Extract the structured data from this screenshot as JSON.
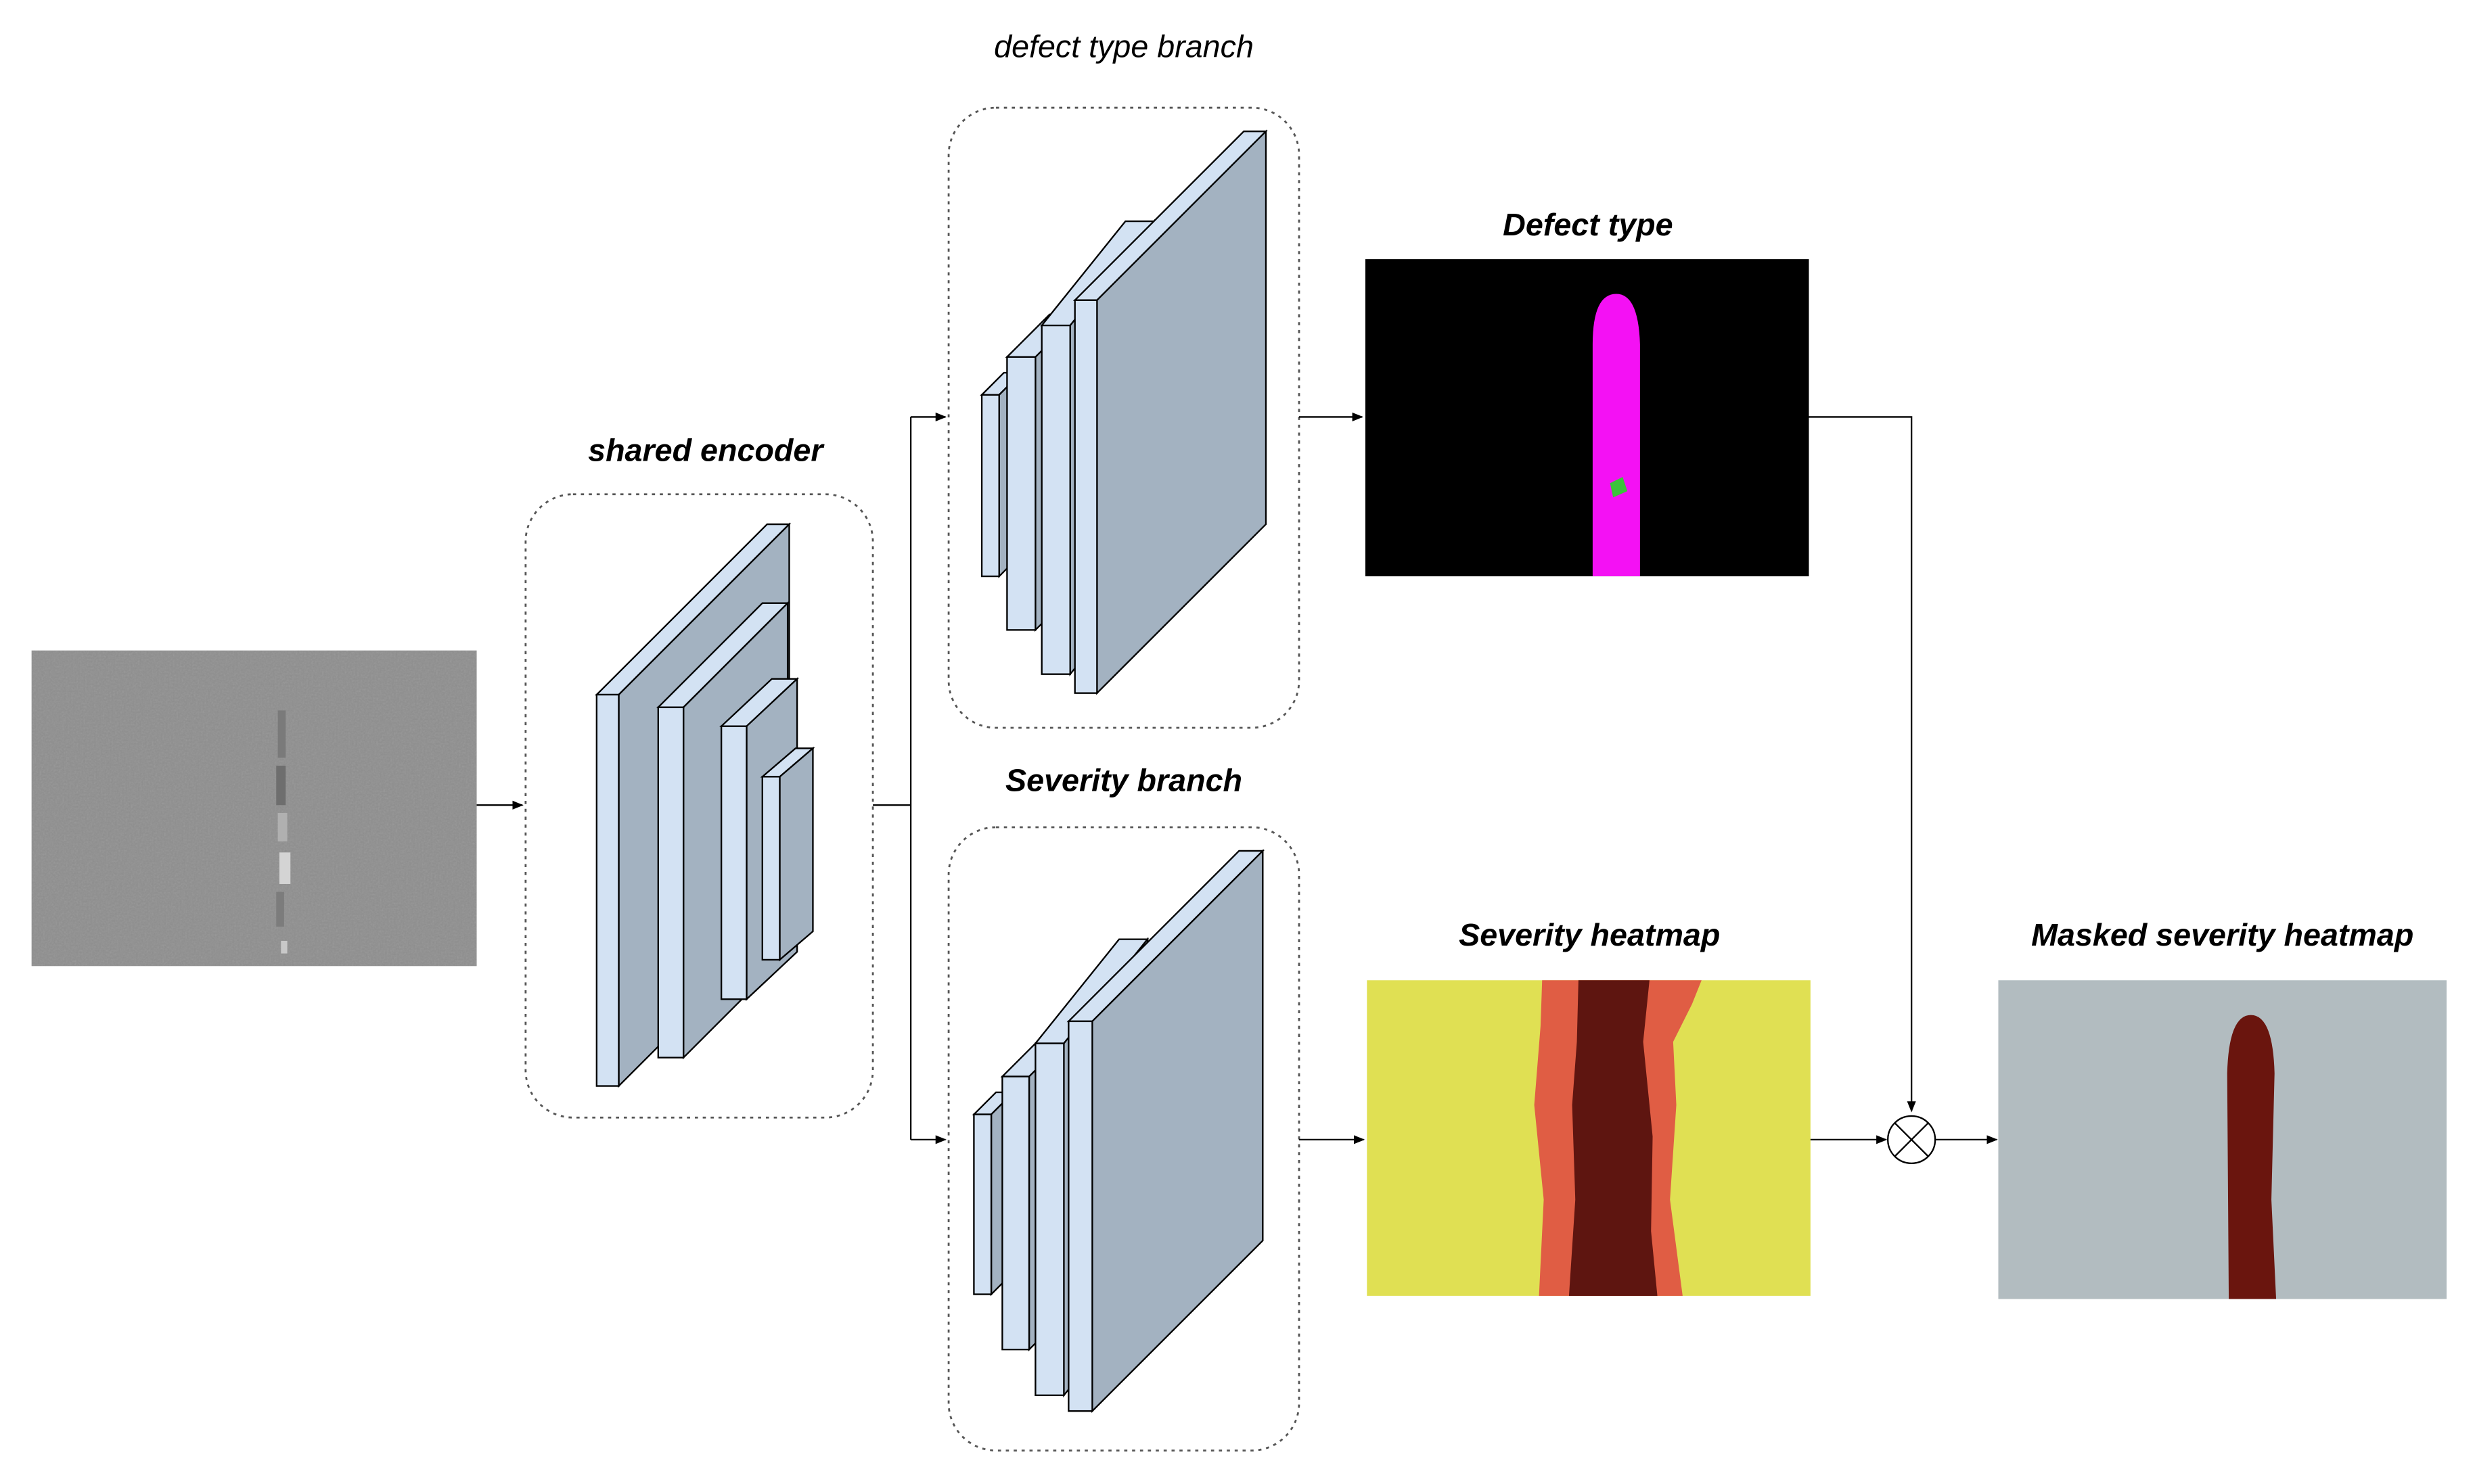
{
  "labels": {
    "shared_encoder": "shared encoder",
    "defect_type_branch": "defect type branch",
    "severity_branch": "Severity branch",
    "defect_type": "Defect type",
    "severity_heatmap": "Severity heatmap",
    "masked_severity_heatmap": "Masked severity heatmap"
  },
  "operator": "multiply-icon",
  "colors": {
    "layer_face": "#a3b2c1",
    "layer_edge": "#d3e2f3",
    "input_bg": "#8e8e8e",
    "defect_bg": "#000000",
    "defect_class_1": "#f411f4",
    "defect_class_2": "#3cc33c",
    "severity_low": "#e0e053",
    "severity_mid": "#e05d44",
    "severity_high": "#5e1510",
    "masked_bg": "#b2bcc0",
    "masked_defect": "#6a150e"
  }
}
